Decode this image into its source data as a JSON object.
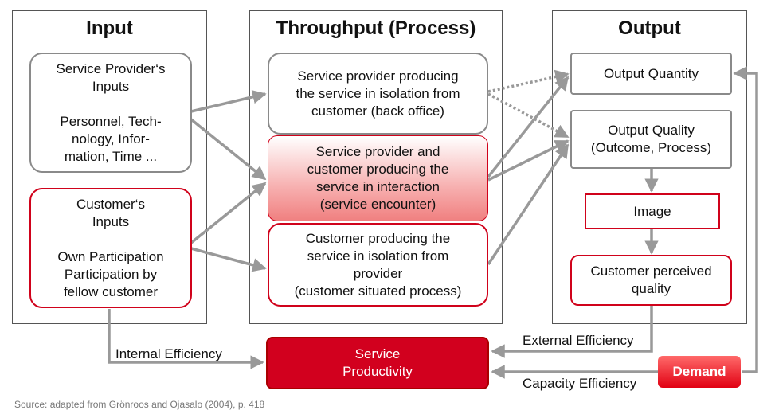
{
  "panels": {
    "input": "Input",
    "throughput": "Throughput (Process)",
    "output": "Output"
  },
  "input": {
    "provider": "Service Provider‘s\nInputs\n\nPersonnel, Tech-\nnology, Infor-\nmation, Time ...",
    "customer": "Customer‘s\nInputs\n\nOwn Participation\nParticipation by\nfellow customer"
  },
  "process": {
    "back_office": "Service provider producing\nthe service in isolation from\ncustomer (back office)",
    "encounter": "Service provider and\ncustomer producing the\nservice in interaction\n(service encounter)",
    "customer_process": "Customer producing the\nservice in isolation from\nprovider\n(customer situated process)"
  },
  "output": {
    "quantity": "Output Quantity",
    "quality": "Output Quality\n(Outcome, Process)",
    "image": "Image",
    "perceived": "Customer perceived\nquality"
  },
  "bottom": {
    "productivity": "Service\nProductivity",
    "demand": "Demand",
    "internal": "Internal Efficiency",
    "external": "External Efficiency",
    "capacity": "Capacity Efficiency"
  },
  "source": "Source: adapted from Grönroos and Ojasalo (2004), p. 418",
  "colors": {
    "accent_red": "#d0021b",
    "gray_border": "#8a8a8a",
    "arrow": "#999999"
  }
}
